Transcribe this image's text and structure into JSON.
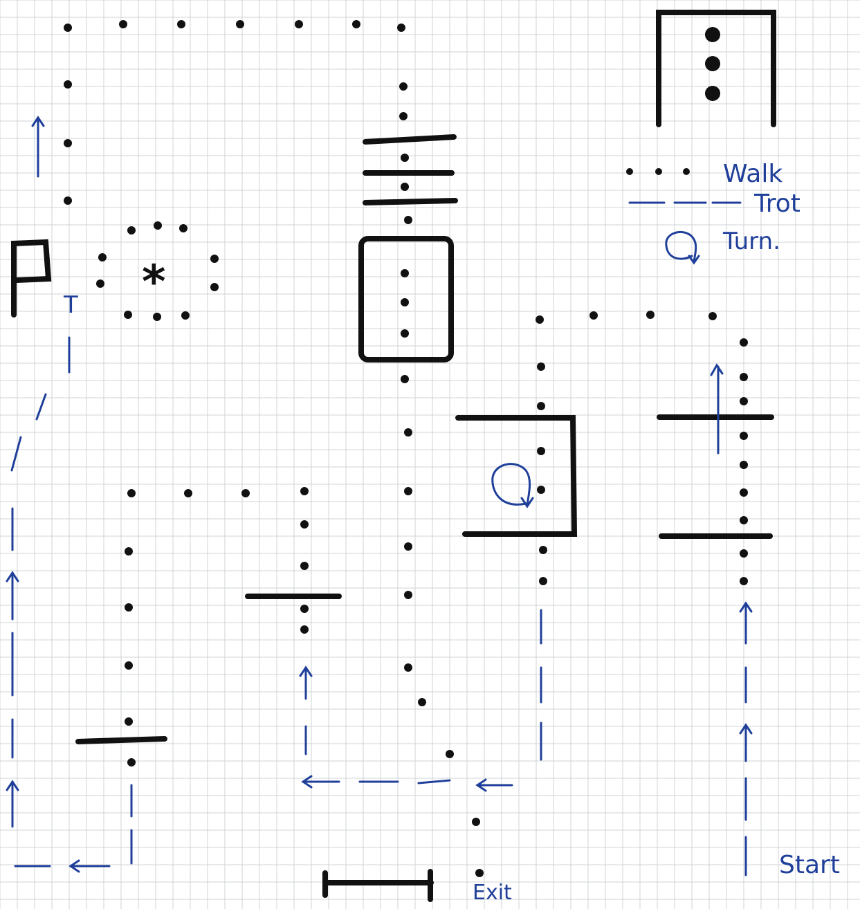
{
  "legend": {
    "walk_label": "Walk",
    "trot_label": "Trot",
    "turn_label": "Turn."
  },
  "labels": {
    "start": "Start",
    "exit": "Exit",
    "tee_marker": "T"
  },
  "colors": {
    "ink_black": "#111111",
    "ink_blue": "#1f3f9a",
    "grid": "#cfd3d6"
  },
  "icons": {
    "star_marker": "asterisk",
    "pole_marker": "post-p-shape"
  }
}
